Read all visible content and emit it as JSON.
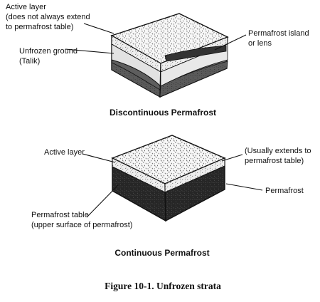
{
  "discontinuous": {
    "labels": {
      "active_layer": [
        "Active layer",
        "(does not always extend",
        "to permafrost table)"
      ],
      "unfrozen_ground": [
        "Unfrozen ground",
        "(Talik)"
      ],
      "island": [
        "Permafrost island",
        "or lens"
      ]
    },
    "caption": "Discontinuous Permafrost"
  },
  "continuous": {
    "labels": {
      "active_layer": [
        "Active layer"
      ],
      "usually_extends": [
        "(Usually extends to",
        "permafrost table)"
      ],
      "permafrost": [
        "Permafrost"
      ],
      "table": [
        "Permafrost table",
        "(upper surface of permafrost)"
      ]
    },
    "caption": "Continuous Permafrost"
  },
  "figure_caption": "Figure 10-1.  Unfrozen strata",
  "colors": {
    "ink": "#111111",
    "active_layer_fill": "#f4f4f4",
    "talik_fill": "#e6e6e6",
    "permafrost_fill_dark": "#2b2b2b",
    "permafrost_fill_mid": "#5e5e5e",
    "permafrost_lens_fill": "#333333"
  }
}
